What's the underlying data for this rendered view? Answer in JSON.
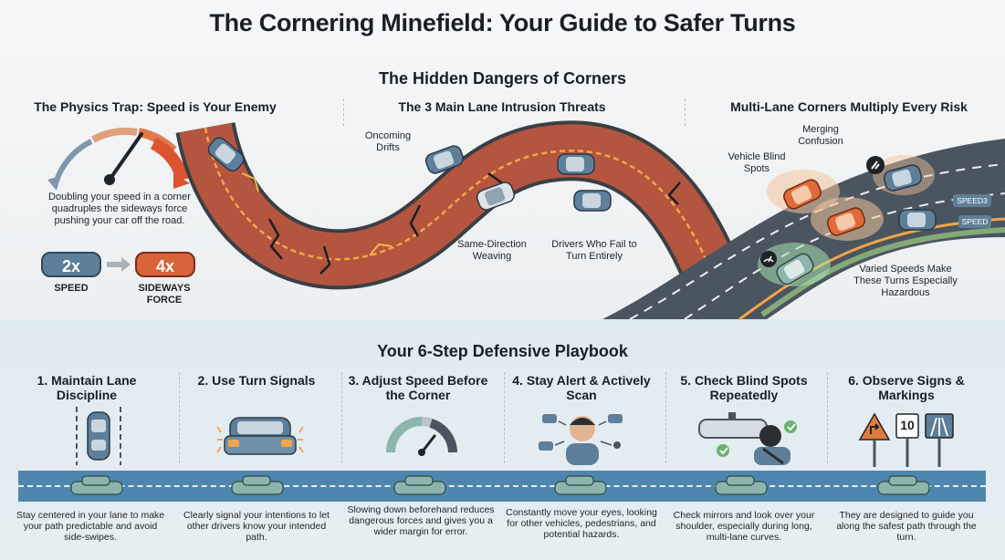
{
  "title": "The Cornering Minefield: Your Guide to Safer Turns",
  "dangers": {
    "heading": "The Hidden Dangers of Corners",
    "physics": {
      "heading": "The Physics Trap: Speed is Your Enemy",
      "caption": "Doubling your speed in a corner quadruples the sideways force pushing your car off the road.",
      "speed_badge": "2x",
      "force_badge": "4x",
      "speed_label": "SPEED",
      "force_label": "SIDEWAYS FORCE"
    },
    "threats": {
      "heading": "The 3 Main Lane Intrusion Threats",
      "oncoming": "Oncoming Drifts",
      "weaving": "Same-Direction Weaving",
      "fail_turn": "Drivers Who Fail to Turn Entirely"
    },
    "multilane": {
      "heading": "Multi-Lane Corners Multiply Every Risk",
      "merging": "Merging Confusion",
      "blind_spots": "Vehicle Blind Spots",
      "varied_speeds": "Varied Speeds Make These Turns Especially Hazardous",
      "sign_speed_1": "SPEED3",
      "sign_speed_2": "SPEED"
    }
  },
  "playbook": {
    "heading": "Your 6-Step Defensive Playbook",
    "sign_number": "10",
    "steps": [
      {
        "title": "1. Maintain Lane Discipline",
        "text": "Stay centered in your lane to make your path predictable and avoid side-swipes."
      },
      {
        "title": "2. Use Turn Signals",
        "text": "Clearly signal your intentions to let other drivers know your intended path."
      },
      {
        "title": "3. Adjust Speed Before the Corner",
        "text": "Slowing down beforehand reduces dangerous forces and gives you a wider margin for error."
      },
      {
        "title": "4. Stay Alert & Actively Scan",
        "text": "Constantly move your eyes, looking for other vehicles, pedestrians, and potential hazards."
      },
      {
        "title": "5. Check Blind Spots Repeatedly",
        "text": "Check mirrors and look over your shoulder, especially during long, multi-lane curves."
      },
      {
        "title": "6. Observe Signs & Markings",
        "text": "They are designed to guide you along the safest path through the turn."
      }
    ]
  },
  "colors": {
    "danger_road": "#b4553f",
    "road_gray": "#4b5560",
    "accent_blue": "#4f86b0",
    "car_blue": "#5e7f99",
    "car_orange": "#e06a38",
    "car_teal": "#8db5ae"
  }
}
